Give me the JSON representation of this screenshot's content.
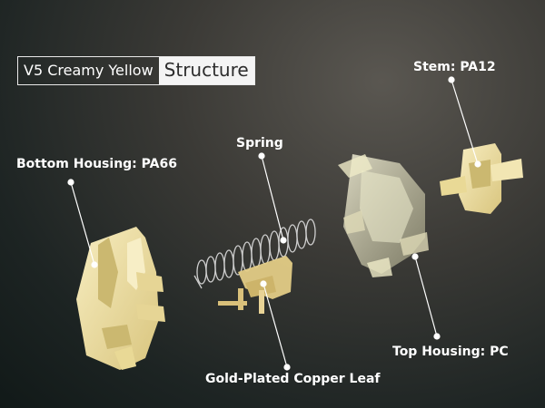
{
  "title": {
    "product": "V5 Creamy Yellow",
    "heading": "Structure"
  },
  "labels": {
    "stem": "Stem: PA12",
    "spring": "Spring",
    "bottom_housing": "Bottom Housing: PA66",
    "top_housing": "Top Housing: PC",
    "leaf": "Gold-Plated Copper Leaf"
  },
  "colors": {
    "part_yellow": "#efe2a8",
    "part_shadow": "#cbb870",
    "leader_line": "#ffffff",
    "spring_metal": "#c9c9c9",
    "leaf_gold": "#e3cc86"
  }
}
